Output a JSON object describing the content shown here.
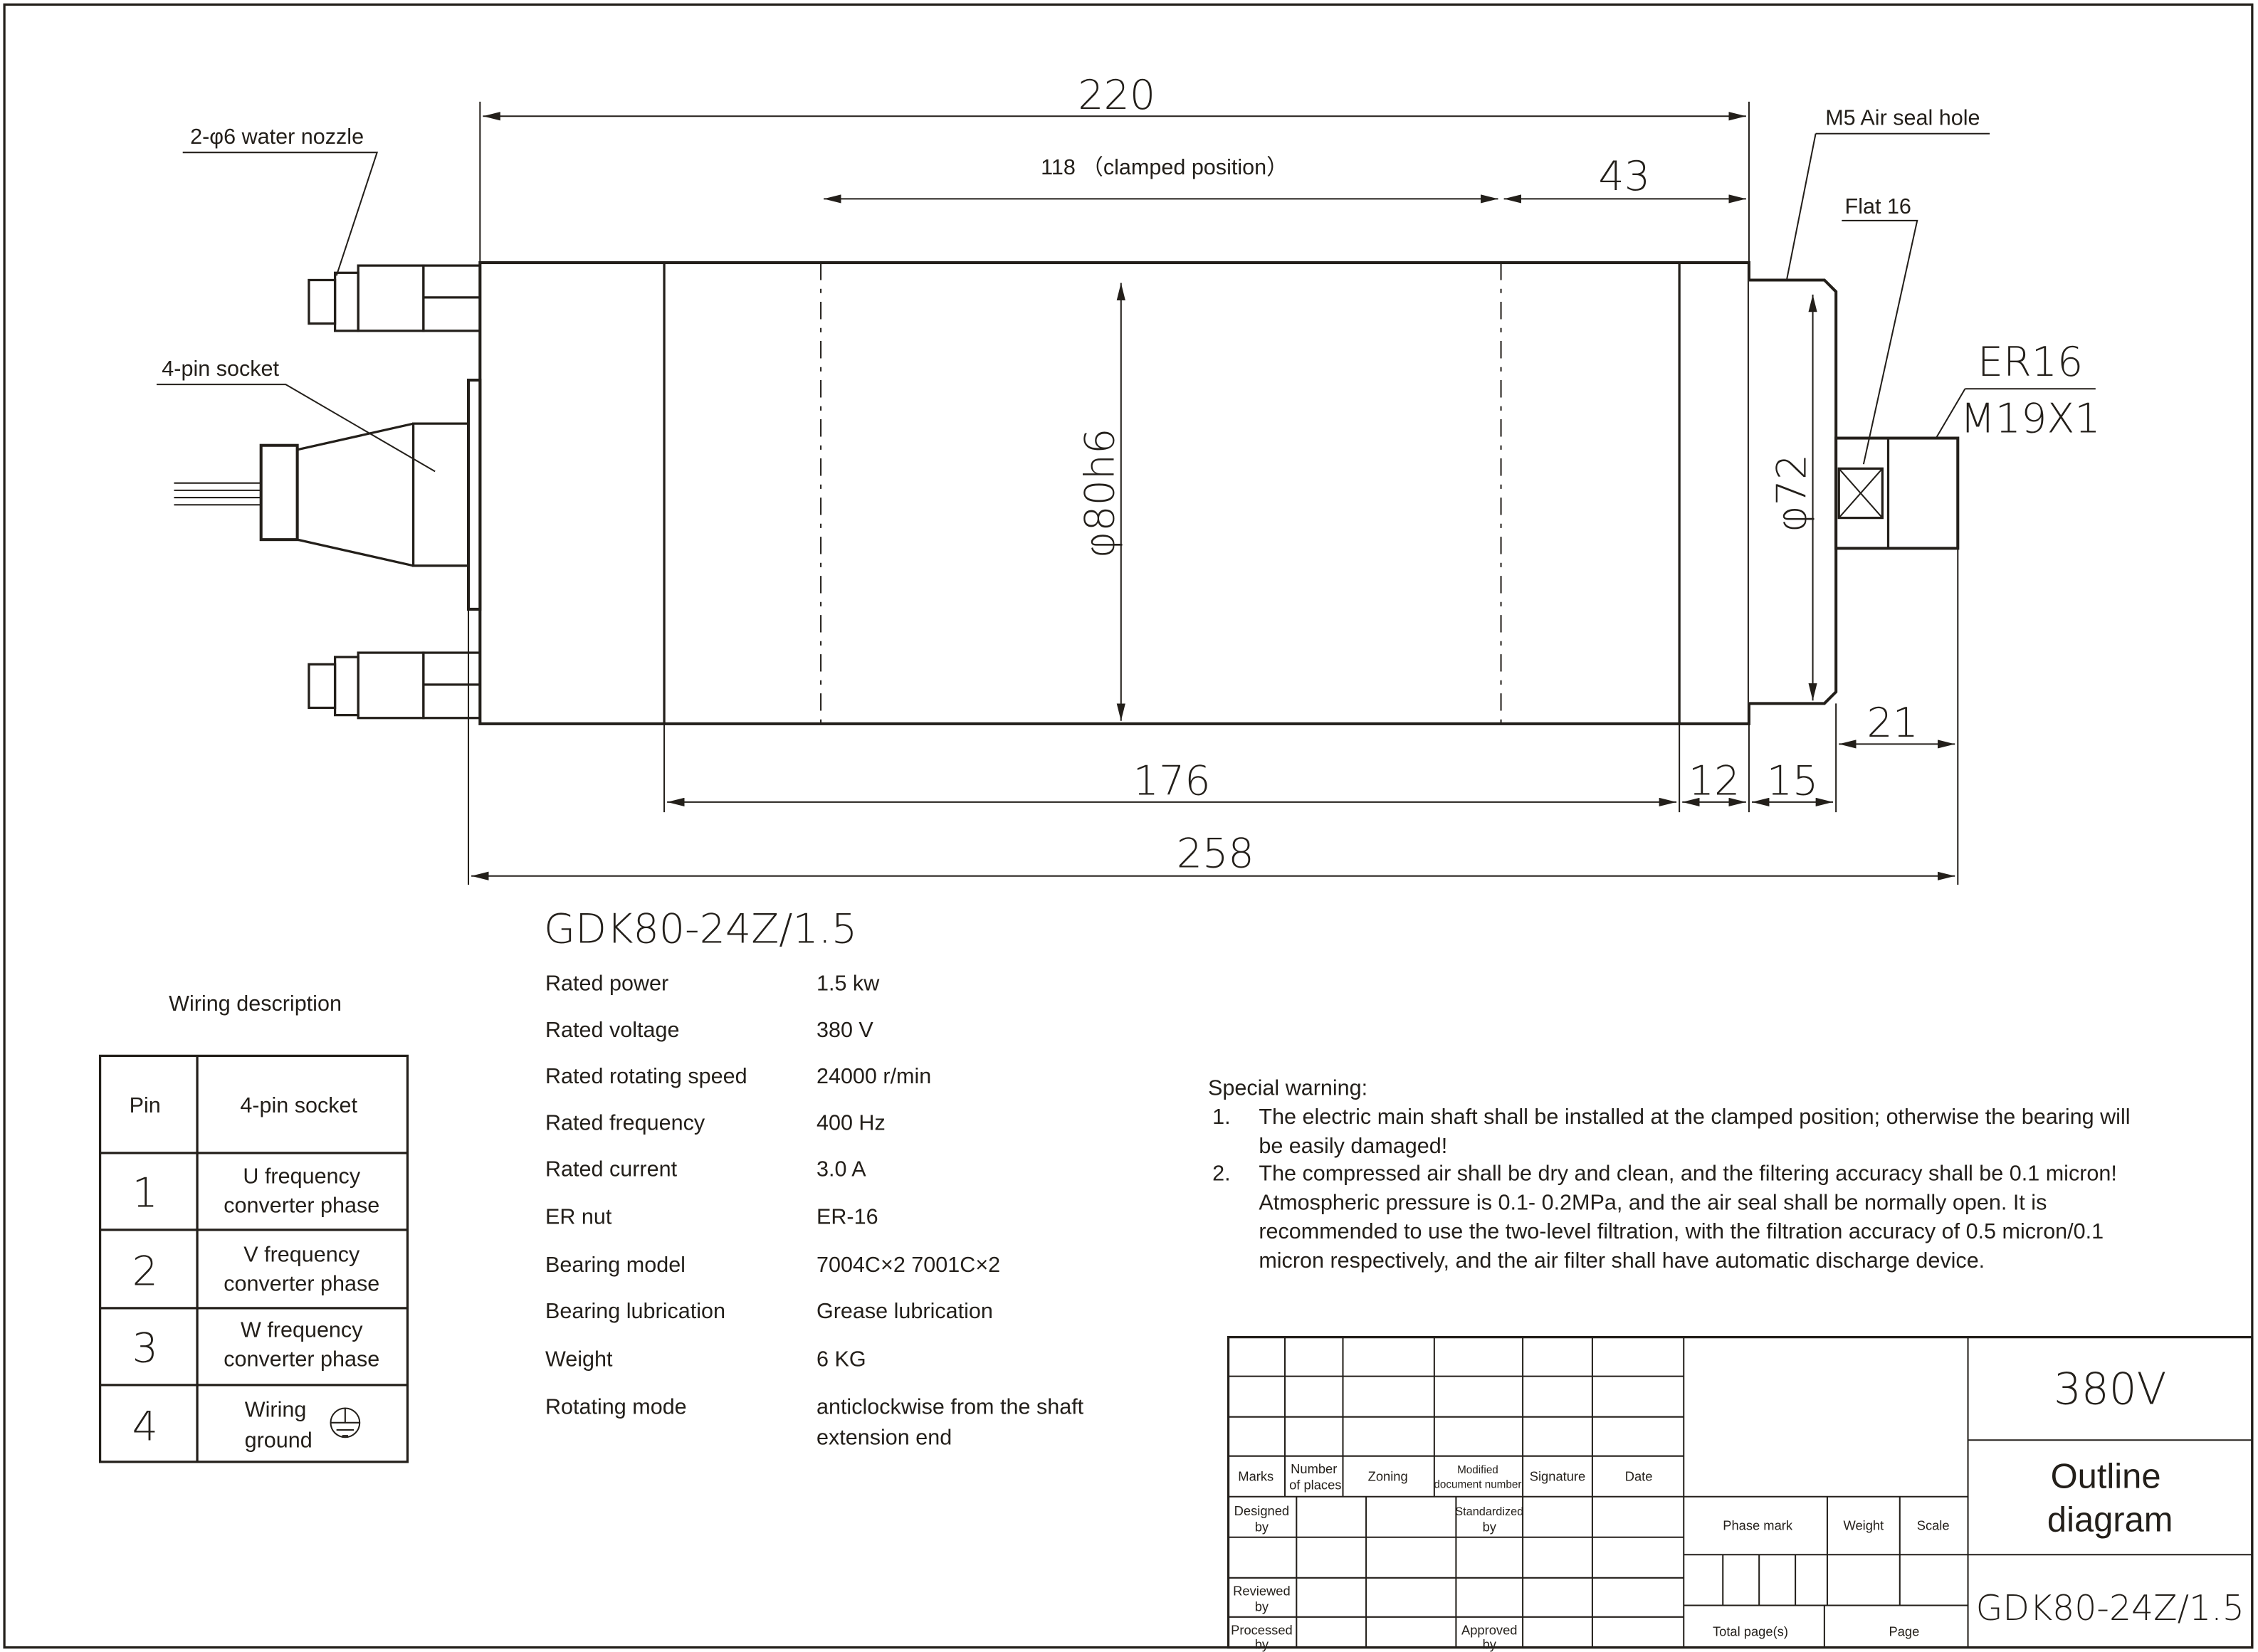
{
  "dimensions": {
    "overall_body": "220",
    "clamped": "118 （clamped position）",
    "front": "43",
    "diameter_body": "φ80h6",
    "diameter_nose": "φ72",
    "length_176": "176",
    "length_12": "12",
    "length_15": "15",
    "length_21": "21",
    "overall": "258"
  },
  "callouts": {
    "water_nozzle": "2-φ6 water nozzle",
    "socket": "4-pin socket",
    "air_seal": "M5 Air seal hole",
    "flat": "Flat 16",
    "er": "ER16",
    "thread": "M19X1"
  },
  "model": "GDK80-24Z/1.5",
  "specs": [
    {
      "label": "Rated power",
      "value": "1.5 kw"
    },
    {
      "label": "Rated voltage",
      "value": "380 V"
    },
    {
      "label": "Rated rotating speed",
      "value": "24000 r/min"
    },
    {
      "label": "Rated frequency",
      "value": "400 Hz"
    },
    {
      "label": "Rated current",
      "value": "3.0 A"
    },
    {
      "label": "ER nut",
      "value": "ER-16"
    },
    {
      "label": "Bearing model",
      "value": "7004C×2 7001C×2"
    },
    {
      "label": "Bearing lubrication",
      "value": "Grease lubrication"
    },
    {
      "label": "Weight",
      "value": "6 KG"
    },
    {
      "label": "Rotating mode",
      "value": "anticlockwise from the shaft",
      "value2": "extension end"
    }
  ],
  "wiring": {
    "title": "Wiring description",
    "headers": [
      "Pin",
      "4-pin socket"
    ],
    "rows": [
      {
        "pin": "1",
        "l1": "U frequency",
        "l2": "converter phase"
      },
      {
        "pin": "2",
        "l1": "V frequency",
        "l2": "converter phase"
      },
      {
        "pin": "3",
        "l1": "W frequency",
        "l2": "converter phase"
      },
      {
        "pin": "4",
        "l1": "Wiring",
        "l2": "ground"
      }
    ]
  },
  "warning": {
    "title": "Special warning:",
    "items": [
      {
        "num": "1.",
        "lines": [
          "The electric main shaft shall be installed at the clamped position; otherwise the bearing will",
          "be easily damaged!"
        ]
      },
      {
        "num": "2.",
        "lines": [
          "The compressed air shall be dry and clean, and the filtering accuracy shall be 0.1 micron!",
          "Atmospheric pressure is 0.1- 0.2MPa, and the air seal shall be normally open. It is",
          "recommended to use the two-level filtration, with the filtration accuracy of 0.5 micron/0.1",
          "micron respectively, and the air filter shall have automatic discharge device."
        ]
      }
    ]
  },
  "title_block": {
    "voltage": "380V",
    "name1": "Outline",
    "name2": "diagram",
    "drawing_no": "GDK80-24Z/1.5",
    "marks": "Marks",
    "places1": "Number",
    "places2": "of places",
    "zoning": "Zoning",
    "mod1": "Modified",
    "mod2": "document number",
    "signature": "Signature",
    "date": "Date",
    "designed1": "Designed",
    "standardized1": "Standardized",
    "reviewed1": "Reviewed",
    "processed1": "Processed",
    "approved1": "Approved",
    "by": "by",
    "phase_mark": "Phase mark",
    "weight": "Weight",
    "scale": "Scale",
    "total_pages": "Total  page(s)",
    "page": "Page"
  }
}
